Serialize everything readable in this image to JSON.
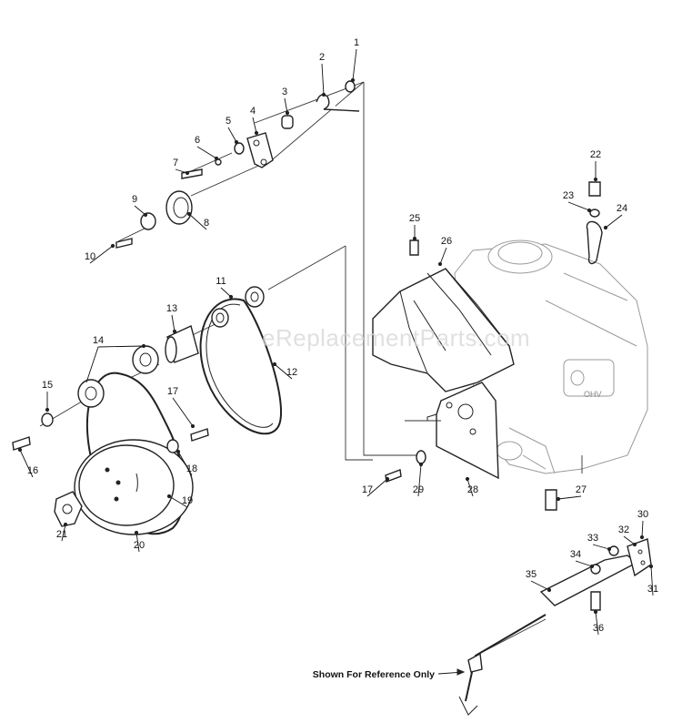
{
  "watermark": "eReplacementParts.com",
  "reference_note": "Shown For Reference Only",
  "engine_badge": "OHV",
  "callouts": [
    "1",
    "2",
    "3",
    "4",
    "5",
    "6",
    "7",
    "8",
    "9",
    "10",
    "11",
    "12",
    "13",
    "14",
    "15",
    "16",
    "17",
    "17",
    "18",
    "19",
    "20",
    "21",
    "22",
    "23",
    "24",
    "25",
    "26",
    "27",
    "28",
    "29",
    "30",
    "31",
    "32",
    "33",
    "34",
    "35",
    "36"
  ]
}
